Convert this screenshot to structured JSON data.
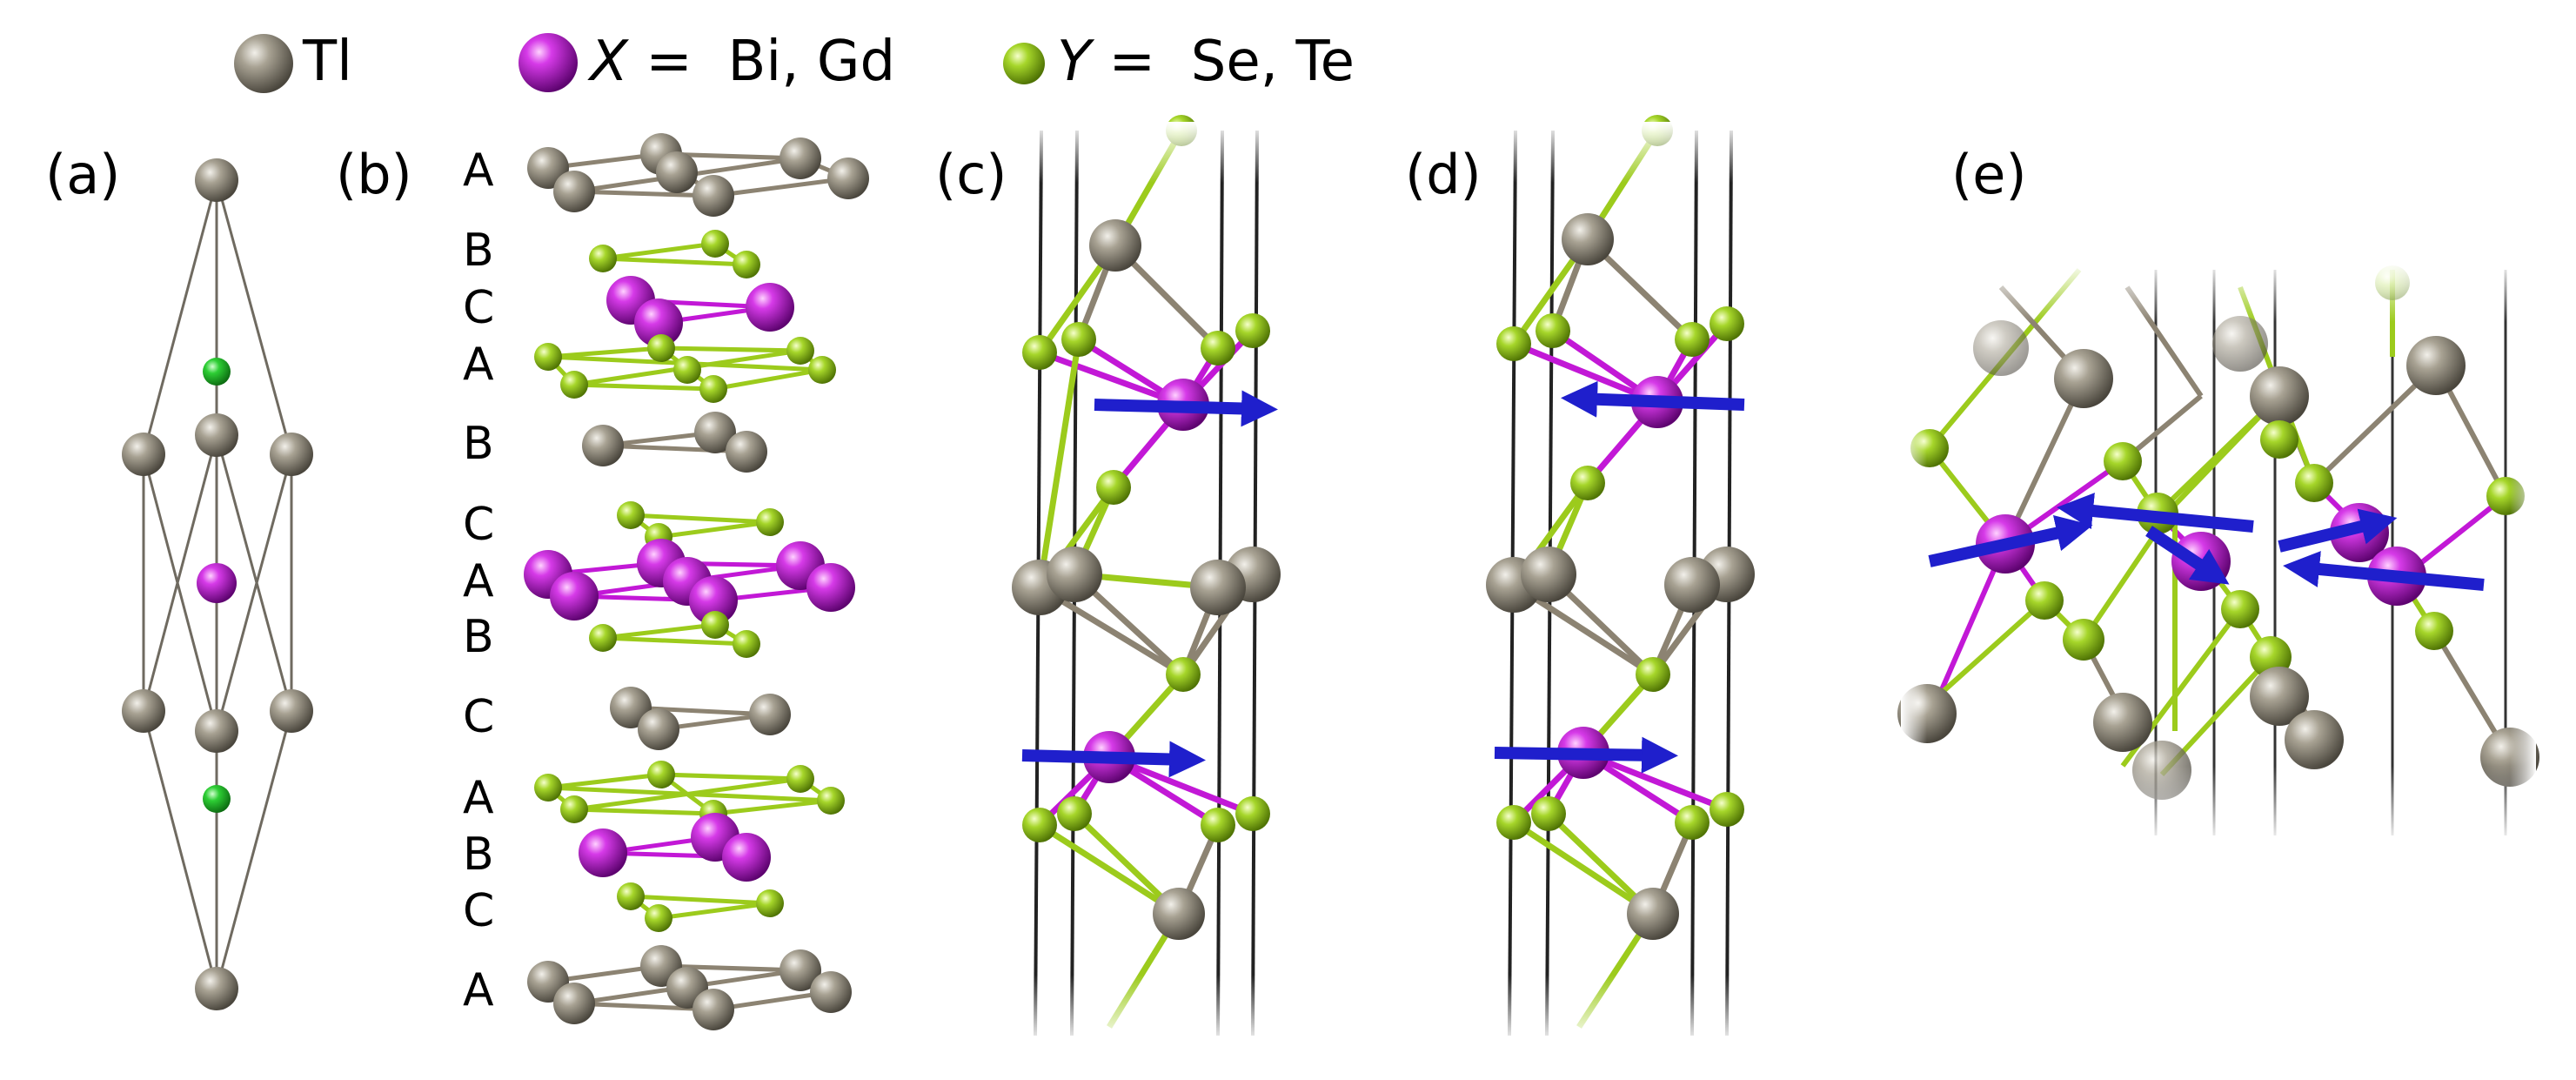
{
  "legend": {
    "tl_label": "Tl",
    "x_symbol": "X",
    "x_value": " =  Bi, Gd",
    "y_symbol": "Y",
    "y_value": " =  Se, Te"
  },
  "panels": {
    "a": "(a)",
    "b": "(b)",
    "c": "(c)",
    "d": "(d)",
    "e": "(e)"
  },
  "stacking": [
    "A",
    "B",
    "C",
    "A",
    "B",
    "C",
    "A",
    "B",
    "C",
    "A",
    "B",
    "C",
    "A"
  ],
  "colors": {
    "tl": "#8e887a",
    "x": "#c218d6",
    "y": "#9ccb1c",
    "green_atom": "#1dbb2a",
    "spin_arrow": "#1f1fcc",
    "bond_tl": "#8c8372",
    "bond_y": "#9ccb1c",
    "bond_x": "#c218d6",
    "cell_line": "#555555"
  },
  "icons": {
    "tl": "tl-atom-icon",
    "x": "x-atom-icon",
    "y": "y-atom-icon"
  }
}
